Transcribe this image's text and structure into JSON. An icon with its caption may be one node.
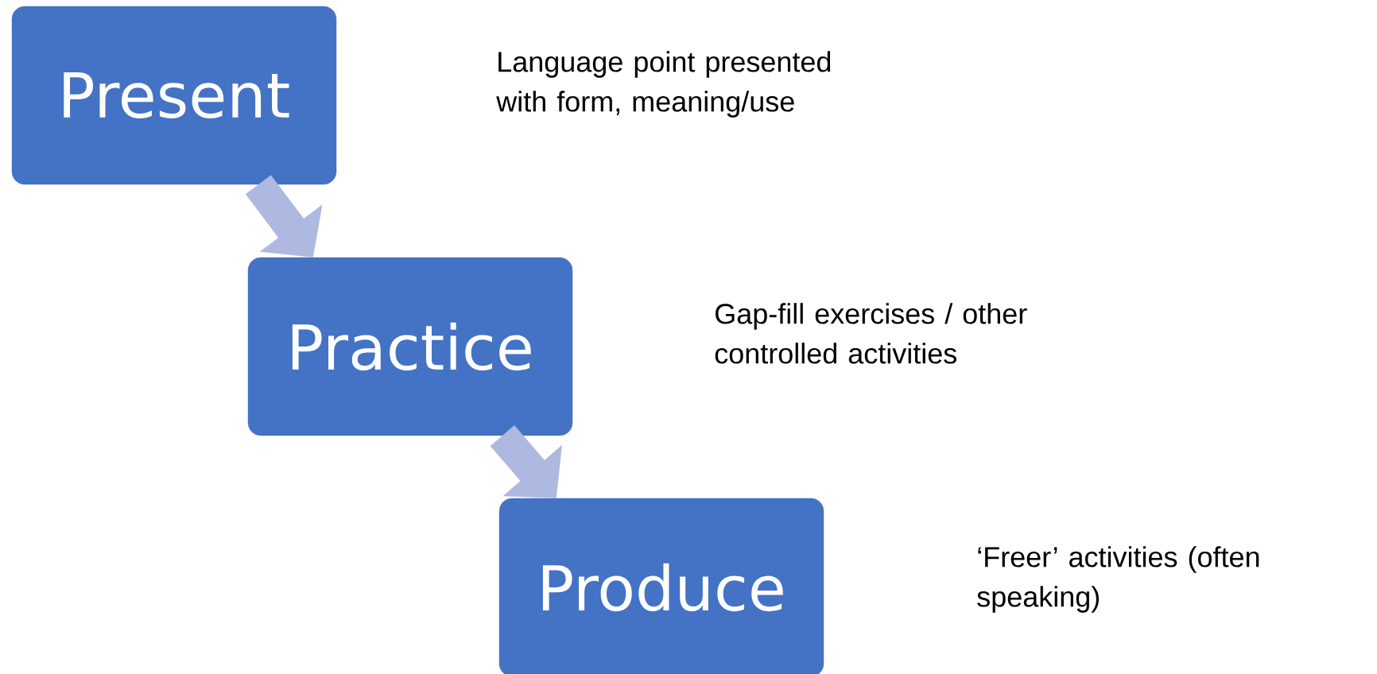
{
  "diagram": {
    "nodes": [
      {
        "text": [
          "Present"
        ]
      },
      {
        "text": [
          "Practice"
        ]
      },
      {
        "text": [
          "Produce"
        ]
      }
    ],
    "edges": [
      {
        "from": 0,
        "to": 1,
        "arrow": "to"
      },
      {
        "from": 1,
        "to": 2,
        "arrow": "to"
      }
    ],
    "labels": [
      "Language point presented with form, meaning/use",
      "Gap-fill exercises / other controlled activities",
      "‘Freer’ activities (often speaking)"
    ]
  }
}
